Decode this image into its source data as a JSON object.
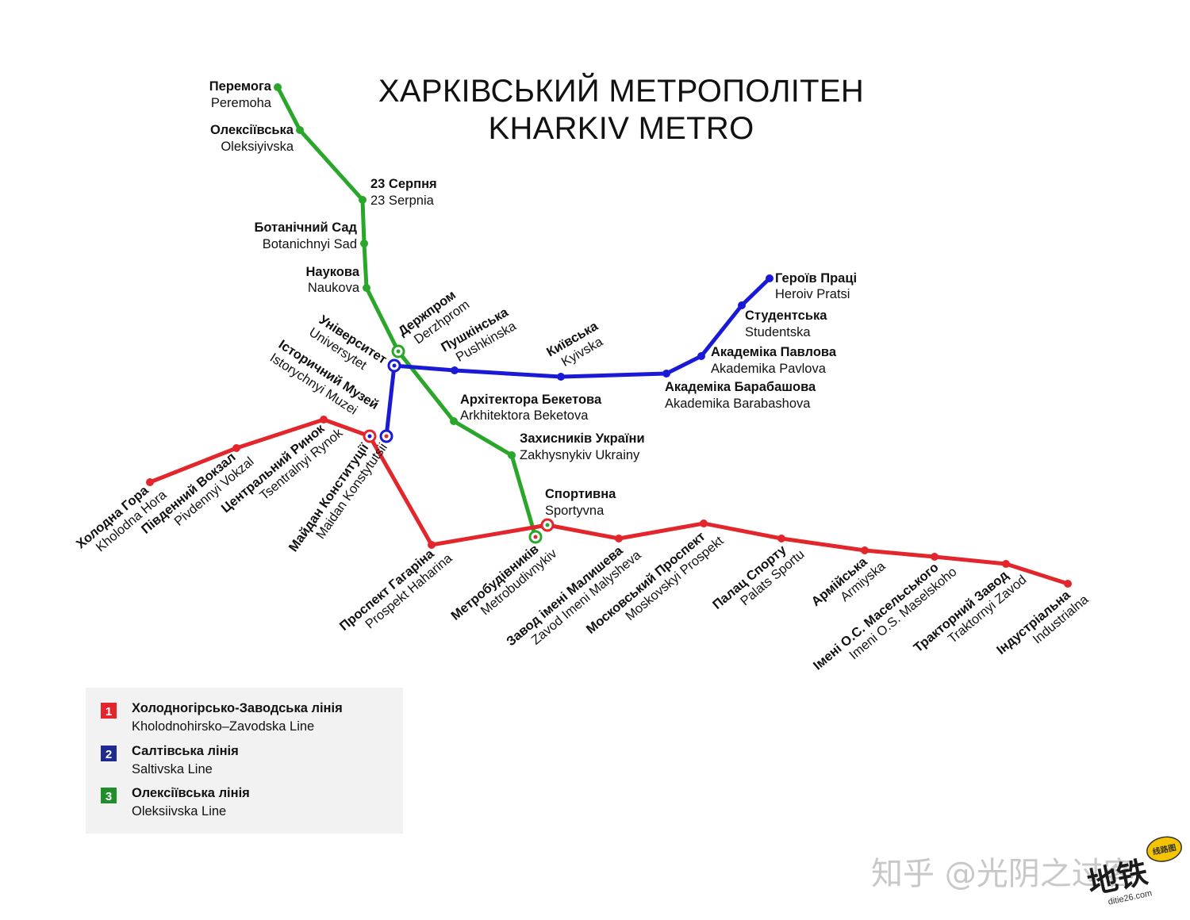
{
  "title": {
    "ua": "ХАРКІВСЬКИЙ МЕТРОПОЛІТЕН",
    "en": "KHARKIV METRO"
  },
  "colors": {
    "red": "#e3262b",
    "blue": "#1a1ad6",
    "green": "#2aa62a",
    "legend_bg": "#f2f2f2",
    "legend_red": "#e3262b",
    "legend_blue": "#1f2a8f",
    "legend_green": "#1f8f2a"
  },
  "stations": {
    "peremoha": {
      "ua": "Перемога",
      "en": "Peremoha"
    },
    "oleksiyivska": {
      "ua": "Олексіївська",
      "en": "Oleksiyivska"
    },
    "serpnia23": {
      "ua": "23 Серпня",
      "en": "23 Serpnia"
    },
    "botanichnyi": {
      "ua": "Ботанічний Сад",
      "en": "Botanichnyi Sad"
    },
    "naukova": {
      "ua": "Наукова",
      "en": "Naukova"
    },
    "derzhprom": {
      "ua": "Держпром",
      "en": "Derzhprom"
    },
    "universytet": {
      "ua": "Університет",
      "en": "Universytet"
    },
    "pushkinska": {
      "ua": "Пушкінська",
      "en": "Pushkinska"
    },
    "kyivska": {
      "ua": "Київська",
      "en": "Kyivska"
    },
    "istorychnyi": {
      "ua": "Історичний Музей",
      "en": "Istorychnyi Muzei"
    },
    "beketova": {
      "ua": "Архітектора Бекетова",
      "en": "Arkhitektora Beketova"
    },
    "zakhysnykiv": {
      "ua": "Захисників України",
      "en": "Zakhysnykiv Ukrainy"
    },
    "sportyvna": {
      "ua": "Спортивна",
      "en": "Sportyvna"
    },
    "heroiv": {
      "ua": "Героїв Праці",
      "en": "Heroiv Pratsi"
    },
    "studentska": {
      "ua": "Студентська",
      "en": "Studentska"
    },
    "pavlova": {
      "ua": "Академіка Павлова",
      "en": "Akademika Pavlova"
    },
    "barabashova": {
      "ua": "Академіка Барабашова",
      "en": "Akademika Barabashova"
    },
    "kholodna": {
      "ua": "Холодна Гора",
      "en": "Kholodna Hora"
    },
    "pivdennyi": {
      "ua": "Південний Вокзал",
      "en": "Pivdennyi Vokzal"
    },
    "tsentralnyi": {
      "ua": "Центральний Ринок",
      "en": "Tsentralnyi Rynok"
    },
    "maidan": {
      "ua": "Майдан Конституції",
      "en": "Maidan Konstytutsii"
    },
    "haharina": {
      "ua": "Проспект Гагаріна",
      "en": "Prospekt Haharina"
    },
    "metrobudivnykiv": {
      "ua": "Метробудівників",
      "en": "Metrobudivnykiv"
    },
    "malysheva": {
      "ua": "Завод імені Малишева",
      "en": "Zavod Imeni Malysheva"
    },
    "moskovskyi": {
      "ua": "Московський Проспект",
      "en": "Moskovskyi Prospekt"
    },
    "palats": {
      "ua": "Палац Спорту",
      "en": "Palats Sportu"
    },
    "armiiska": {
      "ua": "Армійська",
      "en": "Armiyska"
    },
    "maselskoho": {
      "ua": "Імені О.С. Масельського",
      "en": "Imeni O.S. Maselskoho"
    },
    "traktornyi": {
      "ua": "Тракторний Завод",
      "en": "Traktornyi Zavod"
    },
    "industrialna": {
      "ua": "Індустріальна",
      "en": "Industrialna"
    }
  },
  "legend": [
    {
      "number": "1",
      "ua": "Холодногірсько-Заводська лінія",
      "en": "Kholodnohirsko–Zavodska Line"
    },
    {
      "number": "2",
      "ua": "Салтівська лінія",
      "en": "Saltivska Line"
    },
    {
      "number": "3",
      "ua": "Олексіївська лінія",
      "en": "Oleksiivska Line"
    }
  ],
  "watermark": {
    "zhihu": "知乎 @光阴之过客",
    "logo_text": "地铁",
    "logo_badge": "线路图",
    "logo_url": "ditie26.com"
  }
}
